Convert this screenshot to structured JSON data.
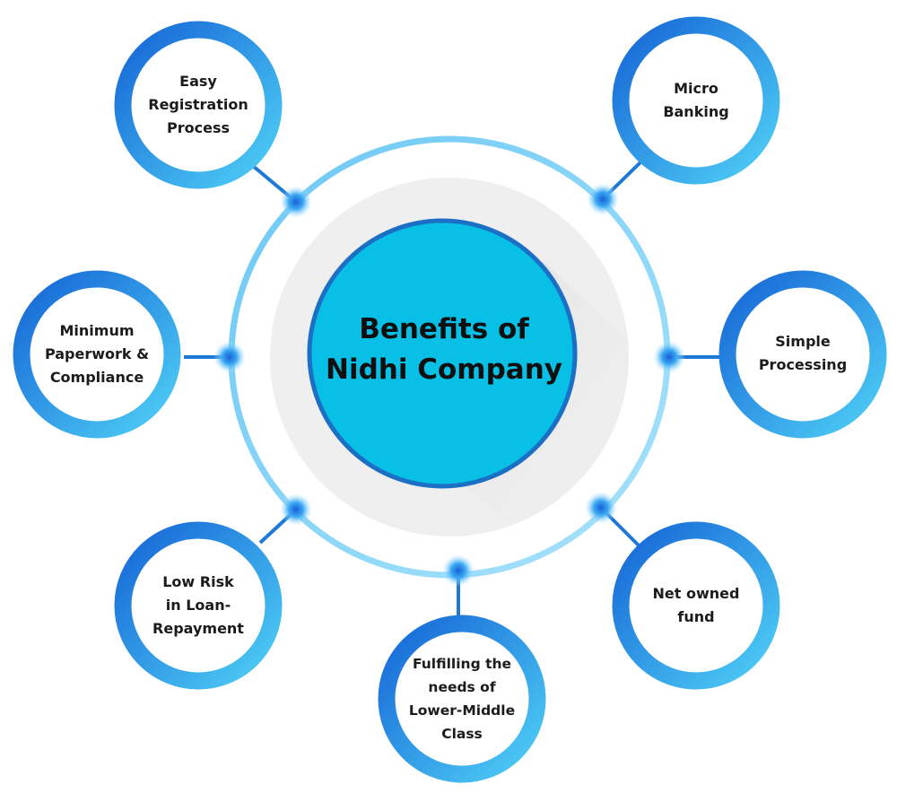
{
  "center": {
    "title_line1": "Benefits of",
    "title_line2": "Nidhi Company"
  },
  "benefits": [
    {
      "lines": [
        "Easy",
        "Registration",
        "Process"
      ]
    },
    {
      "lines": [
        "Micro",
        "Banking"
      ]
    },
    {
      "lines": [
        "Minimum",
        "Paperwork &",
        "Compliance"
      ]
    },
    {
      "lines": [
        "Simple",
        "Processing"
      ]
    },
    {
      "lines": [
        "Low Risk",
        "in Loan-",
        "Repayment"
      ]
    },
    {
      "lines": [
        "Net owned",
        "fund"
      ]
    },
    {
      "lines": [
        "Fulfilling the",
        "needs of",
        "Lower-Middle",
        "Class"
      ]
    }
  ],
  "colors": {
    "center_fill": "#08bfe5",
    "center_border": "#1b6fc4",
    "ring": "#8fd5f7",
    "node_ring_dark": "#1a78d9",
    "node_ring_light": "#44c4f2",
    "connector": "#1e78d6"
  }
}
